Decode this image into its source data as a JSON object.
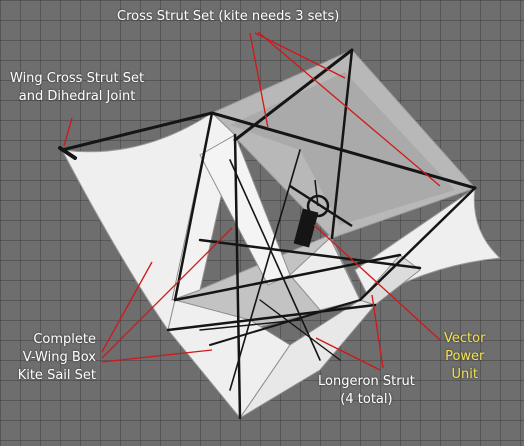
{
  "labels": {
    "cross_strut_set": "Cross Strut Set (kite needs 3 sets)",
    "wing_cross_strut": [
      "Wing Cross Strut Set",
      "and Dihedral Joint"
    ],
    "complete_sail": [
      "Complete",
      "V-Wing Box",
      "Kite Sail Set"
    ],
    "longeron": [
      "Longeron Strut",
      "(4 total)"
    ],
    "vector_power": [
      "Vector",
      "Power",
      "Unit"
    ]
  },
  "colors": {
    "background": "#6e6e6e",
    "sail": "#efefef",
    "sail_shade": "#b4b4b4",
    "strut": "#151515",
    "leader_line": "#d01818",
    "highlight_text": "#f2e34a"
  }
}
